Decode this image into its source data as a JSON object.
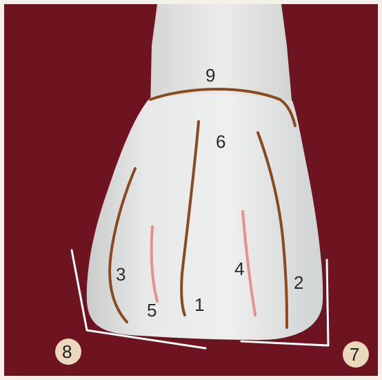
{
  "figure": {
    "colors": {
      "background": "#6e1420",
      "tooth": "#e2e5e3",
      "groove_line": "#8a4a1e",
      "pink_line": "#e88f8f",
      "guide_line": "#ffffff",
      "badge_fill": "#ead8bd"
    },
    "labels": {
      "n1": "1",
      "n2": "2",
      "n3": "3",
      "n4": "4",
      "n5": "5",
      "n6": "6",
      "n7": "7",
      "n8": "8",
      "n9": "9"
    }
  }
}
